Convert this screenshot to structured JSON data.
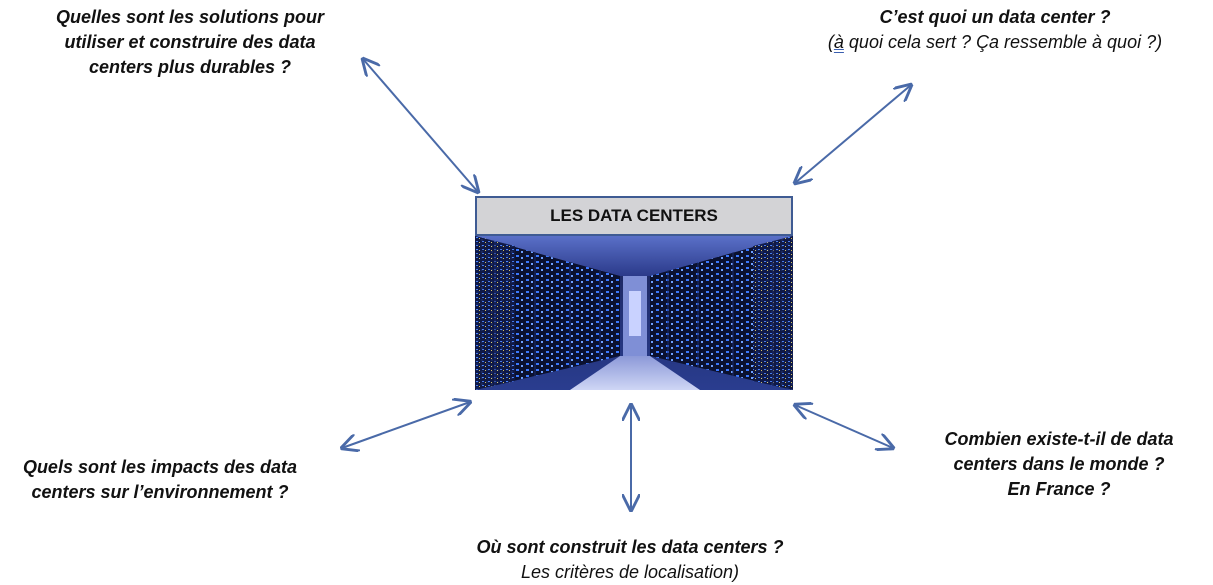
{
  "center": {
    "title": "LES DATA CENTERS"
  },
  "questions": {
    "top_left": {
      "lines": [
        "Quelles sont les solutions pour",
        "utiliser et construire des data",
        "centers plus durables ?"
      ]
    },
    "top_right": {
      "title": "C’est quoi un data center ?",
      "sub_prefix": "(",
      "sub_underlined": "à",
      "sub_rest": " quoi cela sert ? Ça ressemble à quoi ?)"
    },
    "bottom_left": {
      "lines": [
        "Quels sont les impacts des data",
        "centers sur l’environnement ?"
      ]
    },
    "bottom_right": {
      "lines": [
        "Combien existe-t-il de data",
        "centers dans le monde ?",
        "En France ?"
      ]
    },
    "bottom_center": {
      "title": "Où sont construit les data centers ?",
      "sub": "Les critères de localisation)"
    }
  },
  "colors": {
    "arrow": "#4a6aa8",
    "title_bar_bg": "#d3d3d6",
    "title_bar_border": "#3f5b93",
    "server_light": "#2f6bff"
  }
}
